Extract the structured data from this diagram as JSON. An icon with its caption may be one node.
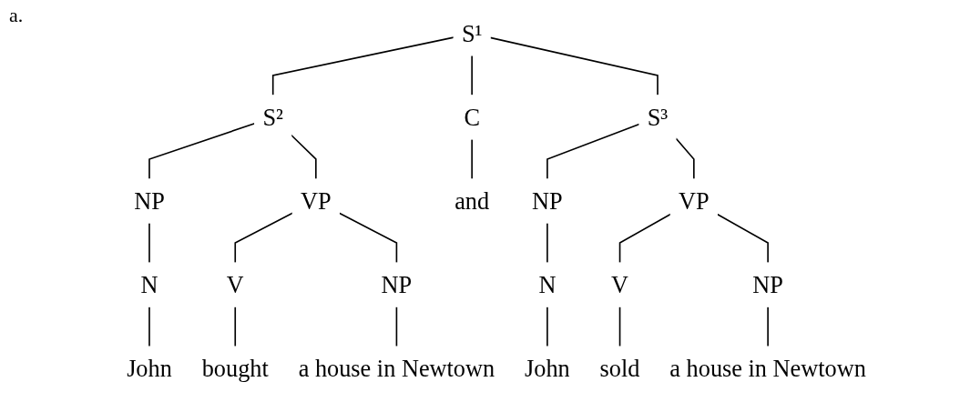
{
  "diagram": {
    "nodes": [
      {
        "text": [
          "S¹"
        ]
      },
      {
        "text": [
          "S²"
        ]
      },
      {
        "text": [
          "C"
        ]
      },
      {
        "text": [
          "S³"
        ]
      },
      {
        "text": [
          "NP"
        ]
      },
      {
        "text": [
          "VP"
        ]
      },
      {
        "text": [
          "N"
        ]
      },
      {
        "text": [
          "V"
        ]
      },
      {
        "text": [
          "NP"
        ]
      },
      {
        "text": [
          "John"
        ]
      },
      {
        "text": [
          "bought"
        ]
      },
      {
        "text": [
          "a house in Newtown"
        ]
      },
      {
        "text": [
          "and"
        ]
      },
      {
        "text": [
          "NP"
        ]
      },
      {
        "text": [
          "VP"
        ]
      },
      {
        "text": [
          "N"
        ]
      },
      {
        "text": [
          "V"
        ]
      },
      {
        "text": [
          "NP"
        ]
      },
      {
        "text": [
          "John"
        ]
      },
      {
        "text": [
          "sold"
        ]
      },
      {
        "text": [
          "a house in Newtown"
        ]
      }
    ],
    "edges": [
      {
        "from": 0,
        "to": 1,
        "arrow": "none"
      },
      {
        "from": 0,
        "to": 2,
        "arrow": "none"
      },
      {
        "from": 0,
        "to": 3,
        "arrow": "none"
      },
      {
        "from": 1,
        "to": 4,
        "arrow": "none"
      },
      {
        "from": 1,
        "to": 5,
        "arrow": "none"
      },
      {
        "from": 4,
        "to": 6,
        "arrow": "none"
      },
      {
        "from": 5,
        "to": 7,
        "arrow": "none"
      },
      {
        "from": 5,
        "to": 8,
        "arrow": "none"
      },
      {
        "from": 6,
        "to": 9,
        "arrow": "none"
      },
      {
        "from": 7,
        "to": 10,
        "arrow": "none"
      },
      {
        "from": 8,
        "to": 11,
        "arrow": "none"
      },
      {
        "from": 2,
        "to": 12,
        "arrow": "none"
      },
      {
        "from": 3,
        "to": 13,
        "arrow": "none"
      },
      {
        "from": 3,
        "to": 14,
        "arrow": "none"
      },
      {
        "from": 13,
        "to": 15,
        "arrow": "none"
      },
      {
        "from": 14,
        "to": 16,
        "arrow": "none"
      },
      {
        "from": 14,
        "to": 17,
        "arrow": "none"
      },
      {
        "from": 15,
        "to": 18,
        "arrow": "none"
      },
      {
        "from": 16,
        "to": 19,
        "arrow": "none"
      },
      {
        "from": 17,
        "to": 20,
        "arrow": "none"
      }
    ],
    "labels": [
      "a."
    ]
  }
}
